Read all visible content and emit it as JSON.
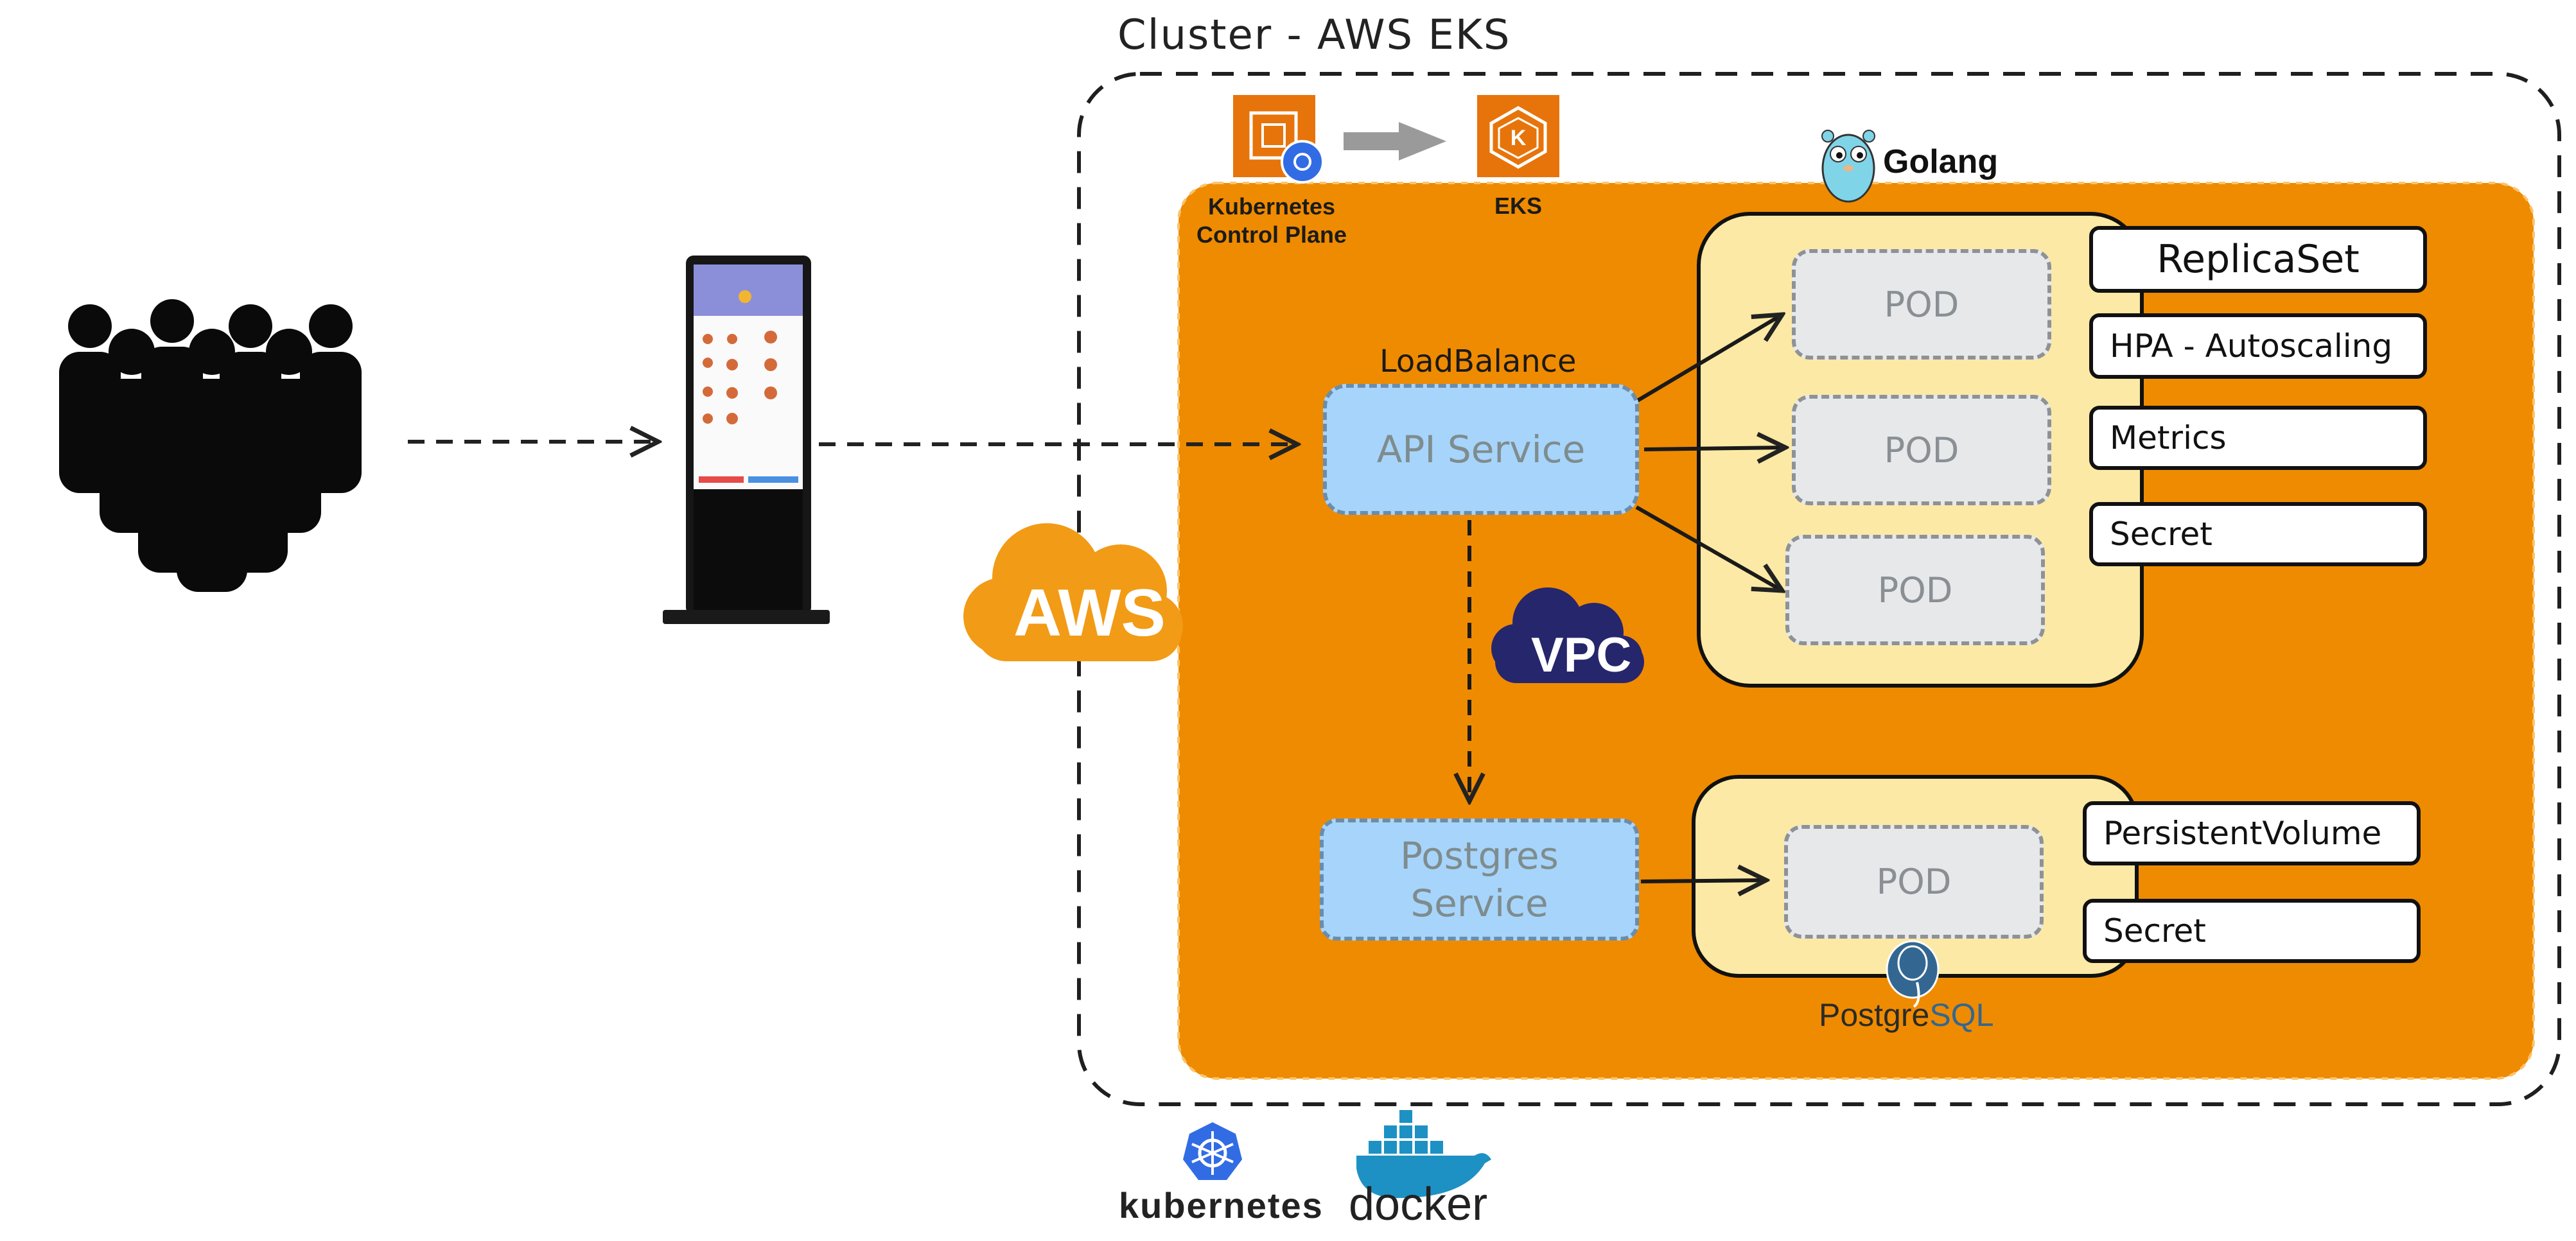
{
  "cluster": {
    "title": "Cluster - AWS EKS"
  },
  "control_plane": {
    "label": "Kubernetes Control Plane"
  },
  "eks": {
    "label": "EKS"
  },
  "golang": {
    "label": "Golang"
  },
  "aws": {
    "label": "AWS"
  },
  "vpc": {
    "label": "VPC"
  },
  "api": {
    "group_label": "LoadBalance",
    "label": "API Service"
  },
  "postgres": {
    "label_line1": "Postgres",
    "label_line2": "Service",
    "logo_prefix": "Postgre",
    "logo_suffix": "SQL"
  },
  "pods": {
    "label": "POD"
  },
  "api_tags": [
    "ReplicaSet",
    "HPA - Autoscaling",
    "Metrics",
    "Secret"
  ],
  "db_tags": [
    "PersistentVolume",
    "Secret"
  ],
  "footer": {
    "kubernetes": "kubernetes",
    "docker": "docker"
  },
  "colors": {
    "orange": "#ef8b00",
    "pale_yellow": "#fce9a5",
    "light_blue": "#a6d4fb",
    "pod_gray": "#e6e8ea",
    "aws_orange": "#f29b16",
    "vpc_navy": "#26266d",
    "k8s_blue": "#326ce5",
    "docker_blue": "#1d91c4"
  },
  "icons": [
    "people-crowd-icon",
    "kiosk-icon",
    "kubernetes-control-plane-icon",
    "arrow-right-icon",
    "eks-icon",
    "gopher-icon",
    "aws-cloud-icon",
    "vpc-cloud-icon",
    "postgresql-elephant-icon",
    "kubernetes-wheel-icon",
    "docker-whale-icon"
  ]
}
